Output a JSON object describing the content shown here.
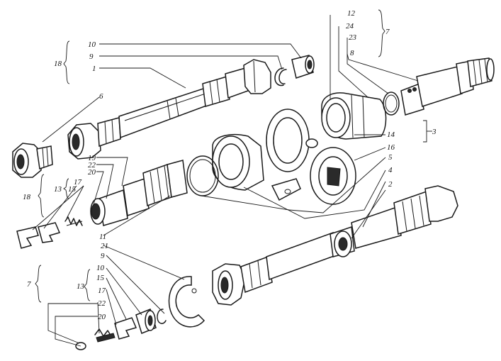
{
  "labels": {
    "l10_top": "10",
    "l9_top": "9",
    "l1": "1",
    "l18_top": "18",
    "l6": "6",
    "l18_left": "18",
    "l13_left": "13",
    "l15_left": "15",
    "l17_left": "17",
    "l19": "19",
    "l22_mid": "22",
    "l20_mid": "20",
    "l12": "12",
    "l24": "24",
    "l23": "23",
    "l8": "8",
    "l7_top": "7",
    "l3": "3",
    "l14": "14",
    "l16": "16",
    "l5": "5",
    "l4": "4",
    "l2": "2",
    "l11": "11",
    "l21": "21",
    "l9_low": "9",
    "l10_low": "10",
    "l13_low": "13",
    "l15_low": "15",
    "l17_low": "17",
    "l22_low": "22",
    "l20_low": "20",
    "l7_left": "7"
  }
}
